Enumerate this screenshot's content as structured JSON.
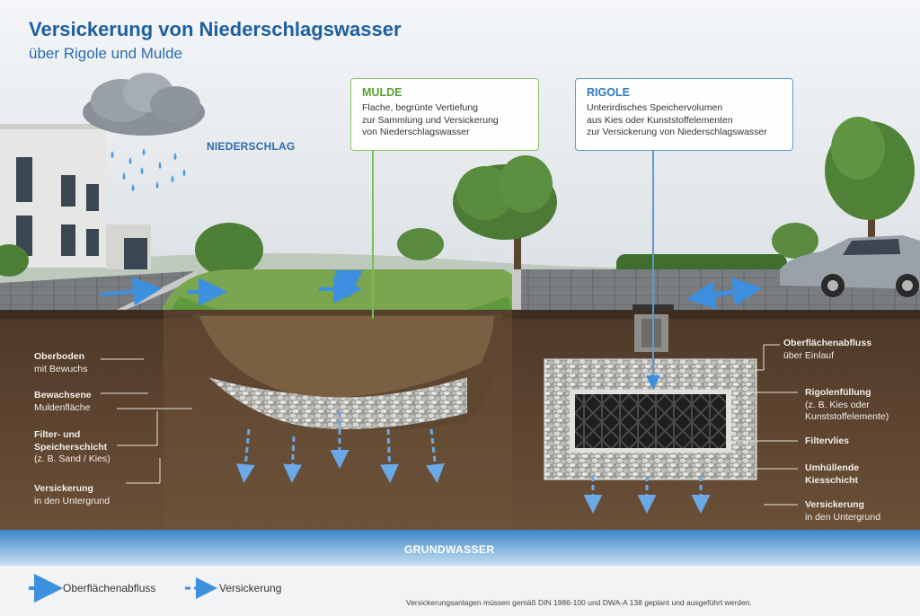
{
  "title": "Versickerung von Niederschlagswasser",
  "subtitle": "über Rigole und Mulde",
  "rain_label": "NIEDERSCHLAG",
  "mulde": {
    "heading": "MULDE",
    "text": "Flache, begrünte Vertiefung\nzur Sammlung und Versickerung\nvon Niederschlagswasser"
  },
  "rigole": {
    "heading": "RIGOLE",
    "text": "Unterirdisches Speichervolumen\naus Kies oder Kunststoffelementen\nzur Versickerung von Niederschlagswasser"
  },
  "left_labels": {
    "oberboden": {
      "bold": "Oberboden",
      "sub": "mit Bewuchs"
    },
    "muldenflaeche": {
      "bold": "Bewachsene",
      "sub": "Muldenfläche"
    },
    "filter": {
      "bold1": "Filter- und",
      "bold2": "Speicherschicht",
      "sub": "(z. B. Sand / Kies)"
    },
    "versickerung": {
      "bold": "Versickerung",
      "sub": "in den Untergrund"
    }
  },
  "right_labels": {
    "einlauf": {
      "bold": "Oberflächenabfluss",
      "sub": "über Einlauf"
    },
    "fuellung": {
      "bold": "Rigolenfüllung",
      "sub1": "(z. B. Kies oder",
      "sub2": "Kunststoffelemente)"
    },
    "filtervlies": {
      "bold": "Filtervlies"
    },
    "kies": {
      "bold1": "Umhüllende",
      "bold2": "Kiesschicht"
    },
    "versickerung": {
      "bold": "Versickerung",
      "sub": "in den Untergrund"
    }
  },
  "groundwater_label": "GRUNDWASSER",
  "legend": {
    "surface_runoff": "Oberflächenabfluss",
    "infiltration": "Versickerung"
  },
  "footnote": "Versickerungsanlagen müssen gemäß DIN 1986-100 und DWA-A 138 geplant und ausgeführt werden.",
  "colors": {
    "title": "#1f5fa0",
    "mulde_accent": "#5aa02c",
    "rigole_accent": "#2d78c4",
    "arrow_blue": "#3d8fe0",
    "soil": "#5a4331"
  }
}
